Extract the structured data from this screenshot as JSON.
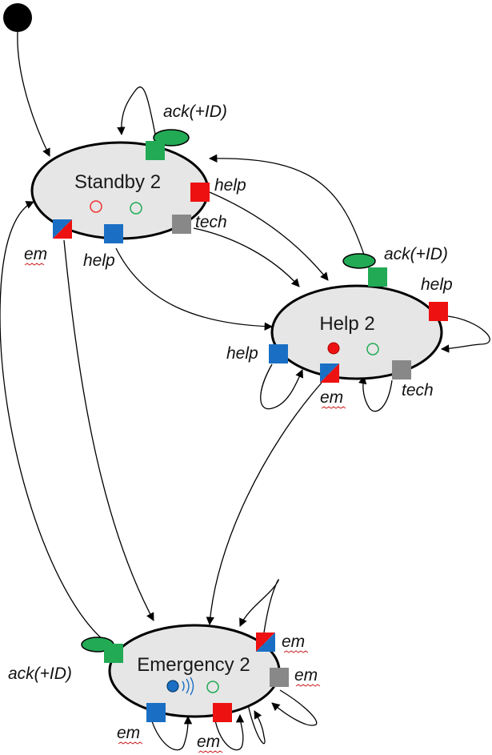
{
  "diagram": {
    "states": {
      "standby": {
        "label": "Standby 2"
      },
      "help": {
        "label": "Help 2"
      },
      "emergency": {
        "label": "Emergency 2"
      }
    },
    "labels": {
      "standby_ack": "ack(+ID)",
      "standby_help_right": "help",
      "standby_tech": "tech",
      "standby_em": "em",
      "standby_help_bottom": "help",
      "help_ack": "ack(+ID)",
      "help_help_right": "help",
      "help_help_left": "help",
      "help_em": "em",
      "help_tech": "tech",
      "emergency_ack": "ack(+ID)",
      "emergency_em_right_top": "em",
      "emergency_em_right": "em",
      "emergency_em_bottom_left": "em",
      "emergency_em_bottom_right": "em"
    },
    "colors": {
      "state_fill": "#e6e6e6",
      "green": "#22aa55",
      "red": "#ee1111",
      "blue": "#1a6fc4",
      "gray": "#888888",
      "black": "#000000"
    }
  }
}
